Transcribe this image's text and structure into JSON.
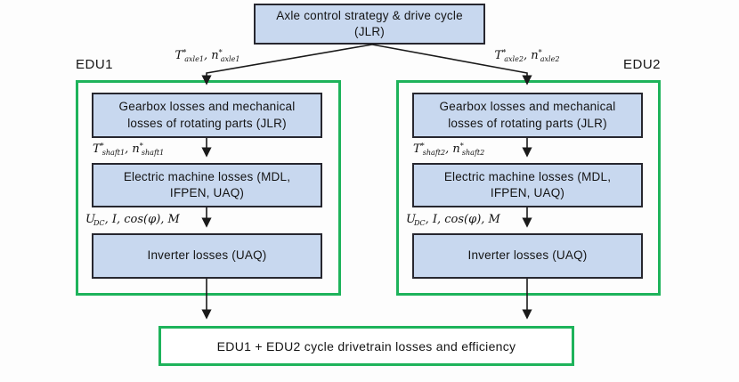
{
  "diagram": {
    "top_box": {
      "label": "Axle control strategy & drive cycle (JLR)"
    },
    "edu1": {
      "title": "EDU1",
      "axle_signal": "T^{*}_{axle1}, n^{*}_{axle1}",
      "shaft_signal": "T^{*}_{shaft1}, n^{*}_{shaft1}",
      "inverter_signal": "U_{DC}, I, cos(φ), M",
      "boxes": [
        {
          "label": "Gearbox losses and mechanical losses of rotating parts (JLR)"
        },
        {
          "label": "Electric machine losses (MDL, IFPEN, UAQ)"
        },
        {
          "label": "Inverter losses (UAQ)"
        }
      ]
    },
    "edu2": {
      "title": "EDU2",
      "axle_signal": "T^{*}_{axle2}, n^{*}_{axle2}",
      "shaft_signal": "T^{*}_{shaft2}, n^{*}_{shaft2}",
      "inverter_signal": "U_{DC}, I, cos(φ), M",
      "boxes": [
        {
          "label": "Gearbox losses and mechanical losses of rotating parts (JLR)"
        },
        {
          "label": "Electric machine losses (MDL, IFPEN, UAQ)"
        },
        {
          "label": "Inverter losses (UAQ)"
        }
      ]
    },
    "bottom_box": {
      "label": "EDU1 + EDU2 cycle drivetrain losses and efficiency"
    },
    "colors": {
      "box_fill": "#c8d8ef",
      "box_border": "#27272f",
      "green": "#1eb35b",
      "arrow": "#1a1a1a"
    }
  }
}
